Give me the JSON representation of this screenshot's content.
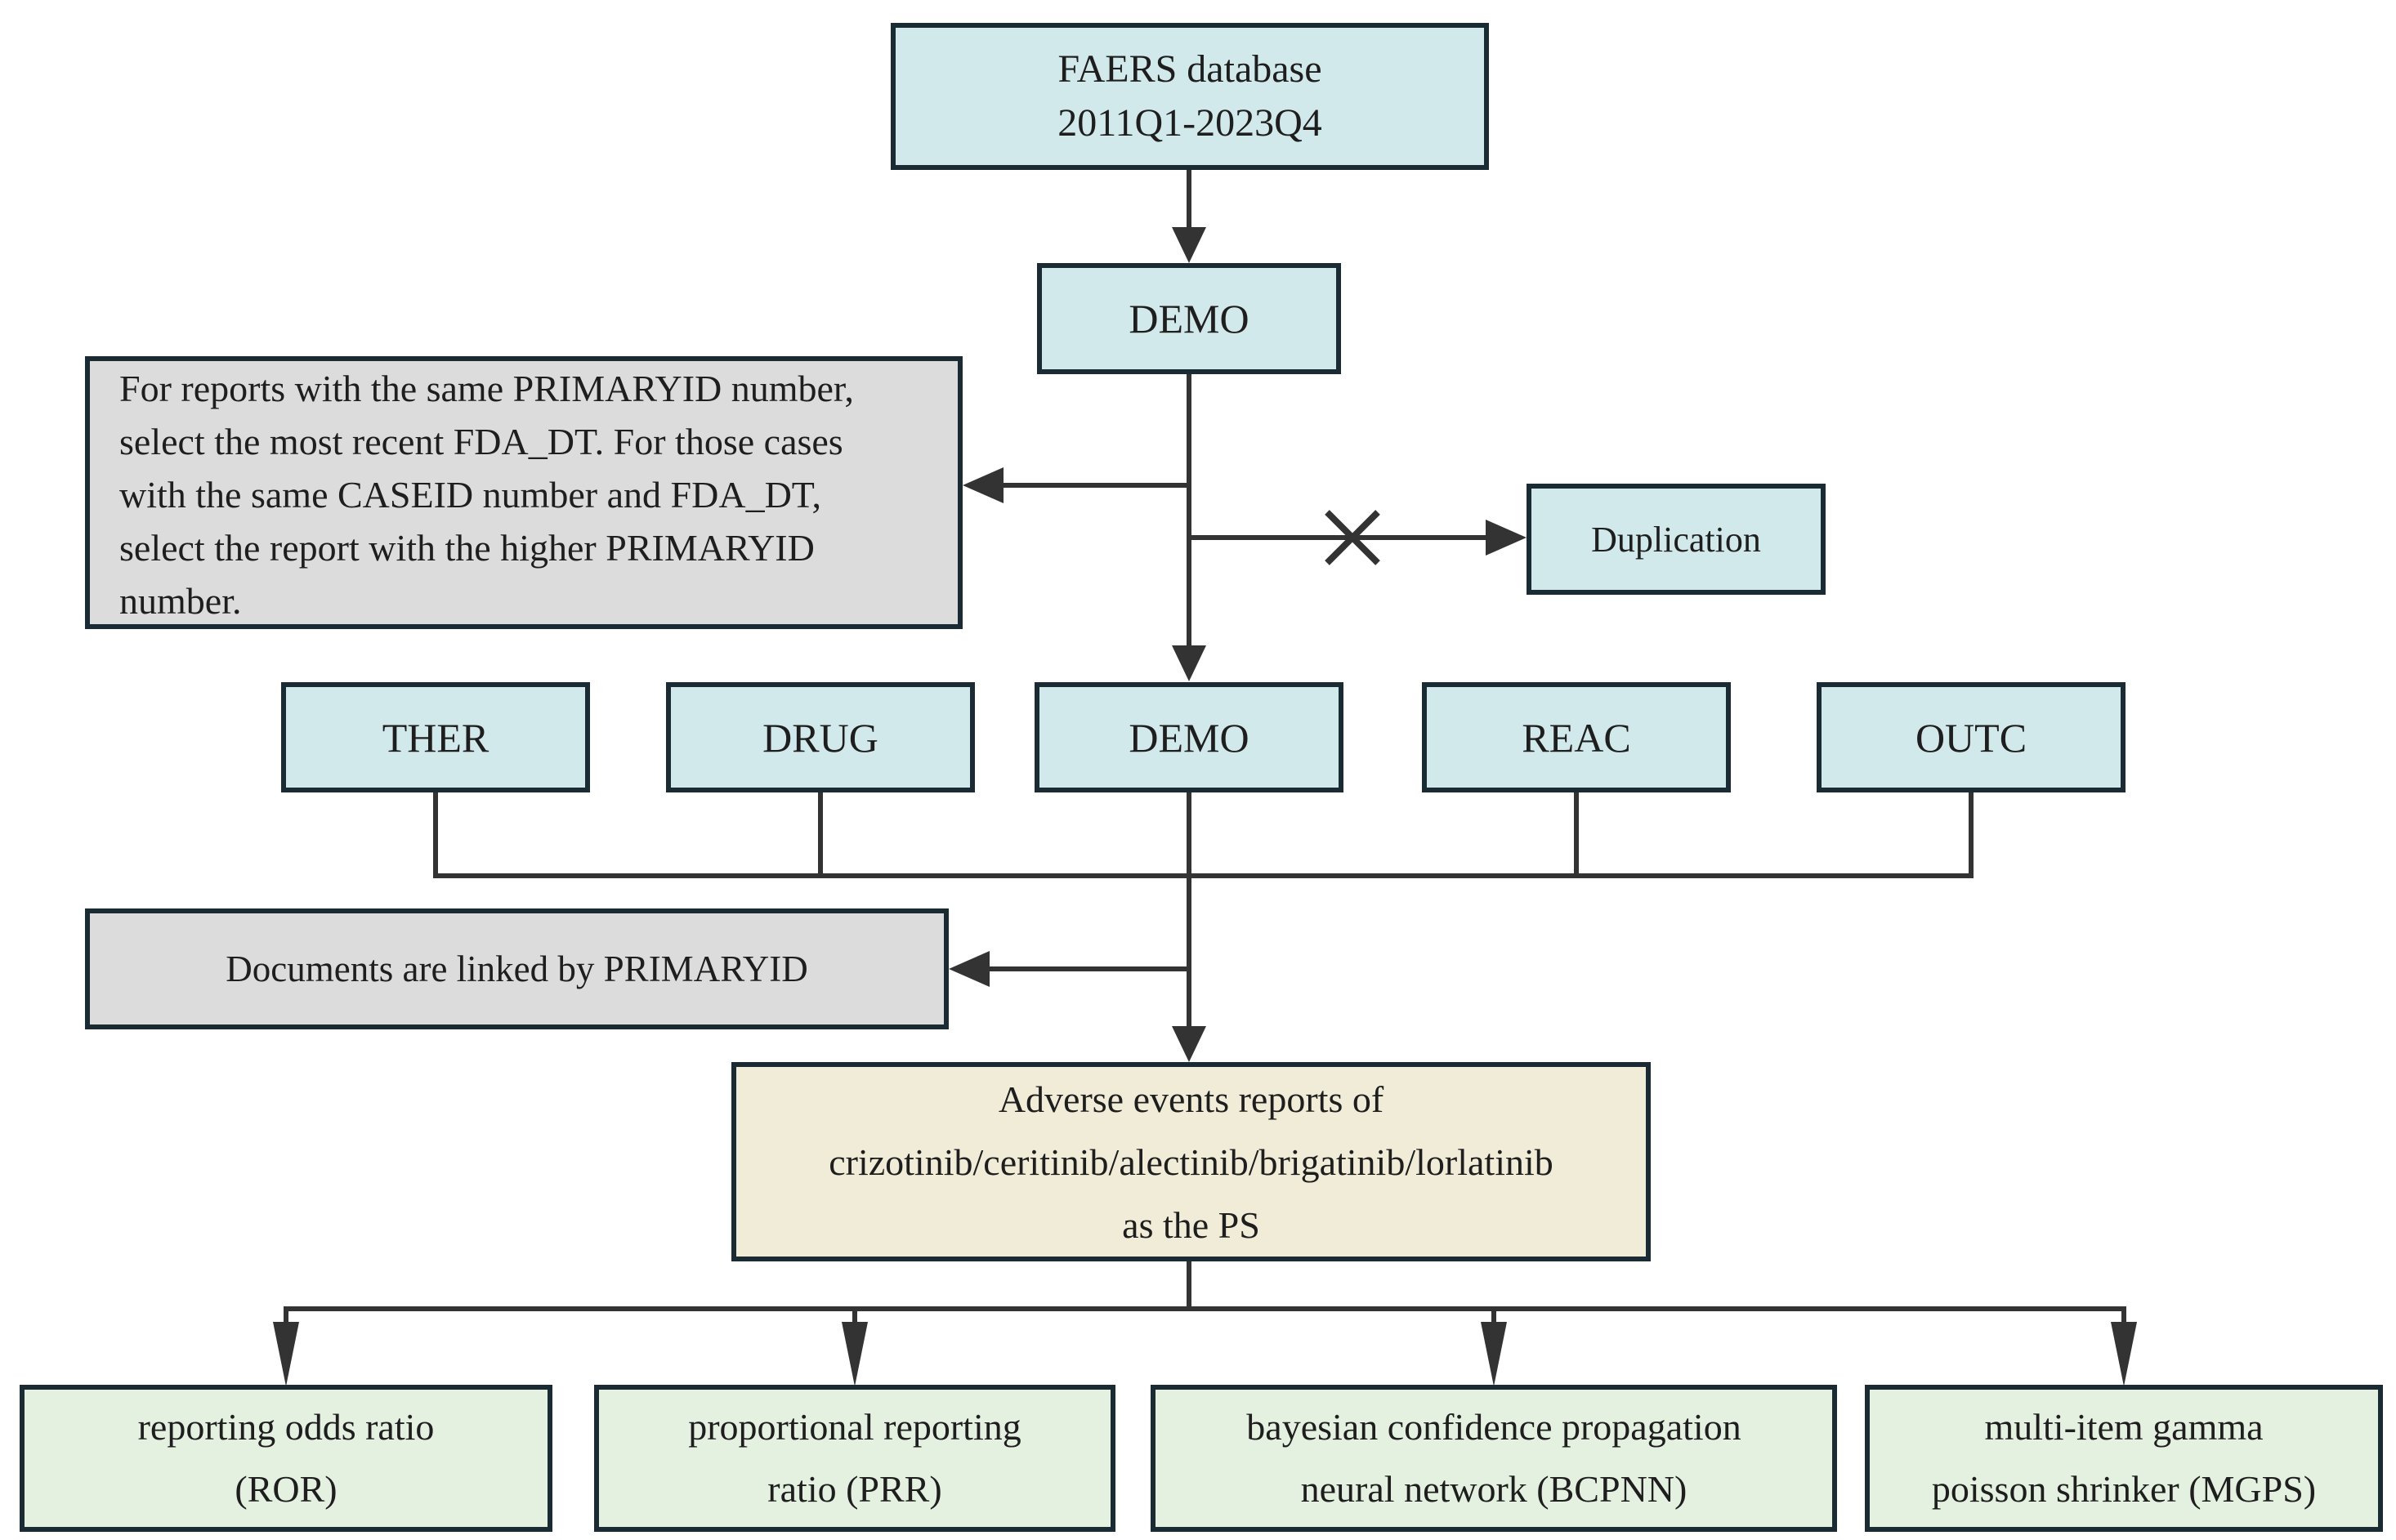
{
  "nodes": {
    "faers": {
      "line1": "FAERS database",
      "line2": "2011Q1-2023Q4"
    },
    "demo_top": {
      "label": "DEMO"
    },
    "dedup_rule": {
      "lines": [
        "For reports with the same PRIMARYID number,",
        "select the most recent FDA_DT. For those cases",
        "with the same CASEID number and FDA_DT,",
        "select the report with the higher PRIMARYID",
        "number."
      ],
      "full_text": "For reports with the same PRIMARYID number, select the most recent FDA_DT. For those cases with the same CASEID number and FDA_DT, select the report with the higher PRIMARYID number."
    },
    "duplication": {
      "label": "Duplication"
    },
    "ther": {
      "label": "THER"
    },
    "drug": {
      "label": "DRUG"
    },
    "demo_mid": {
      "label": "DEMO"
    },
    "reac": {
      "label": "REAC"
    },
    "outc": {
      "label": "OUTC"
    },
    "linking_note": {
      "text": "Documents are linked by PRIMARYID"
    },
    "ps_reports": {
      "line1": "Adverse events reports of",
      "line2": "crizotinib/ceritinib/alectinib/brigatinib/lorlatinib",
      "line3": "as the PS"
    },
    "ror": {
      "line1": "reporting odds ratio",
      "line2": "(ROR)"
    },
    "prr": {
      "line1": "proportional reporting",
      "line2": "ratio (PRR)"
    },
    "bcpnn": {
      "line1": "bayesian confidence propagation",
      "line2": "neural network (BCPNN)"
    },
    "mgps": {
      "line1": "multi-item gamma",
      "line2": "poisson shrinker (MGPS)"
    }
  },
  "colors": {
    "box_blue": "#d2e9ec",
    "box_gray": "#dcdcdc",
    "box_tan": "#f1ecd8",
    "box_green": "#e4f0e0",
    "border_dark": "#1a2b33",
    "connector_line": "#333333",
    "background": "#ffffff",
    "text": "#1e1e1e"
  }
}
